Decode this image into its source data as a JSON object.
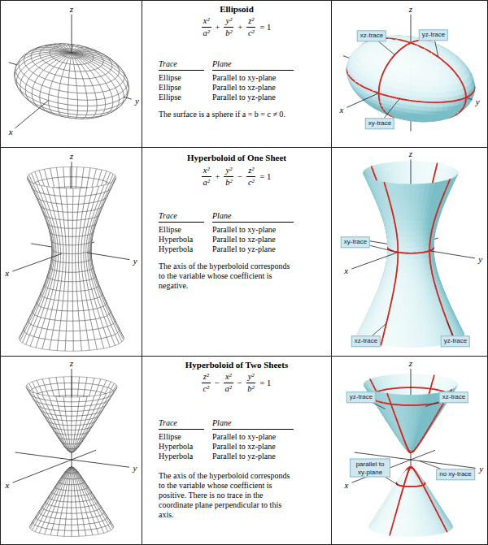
{
  "diagram": {
    "nodes": [
      {
        "text": [
          "Ellipsoid",
          "x²",
          "a²",
          "+",
          "y²",
          "b²",
          "+",
          "z²",
          "c²",
          "= 1",
          "Trace",
          "Plane",
          "Ellipse",
          "Parallel to xy-plane",
          "Ellipse",
          "Parallel to xz-plane",
          "Ellipse",
          "Parallel to yz-plane",
          "The surface is a sphere if a = b = c ≠ 0."
        ]
      },
      {
        "text": [
          "xz-trace"
        ]
      },
      {
        "text": [
          "yz-trace"
        ]
      },
      {
        "text": [
          "xy-trace"
        ]
      },
      {
        "text": [
          "Hyperboloid of One Sheet",
          "x²",
          "a²",
          "+",
          "y²",
          "b²",
          "−",
          "z²",
          "c²",
          "= 1",
          "Trace",
          "Plane",
          "Ellipse",
          "Parallel to xy-plane",
          "Hyperbola",
          "Parallel to xz-plane",
          "Hyperbola",
          "Parallel to yz-plane",
          "The axis of the hyperboloid corresponds to the variable whose coefficient is negative."
        ]
      },
      {
        "text": [
          "xy-trace"
        ]
      },
      {
        "text": [
          "xz-trace"
        ]
      },
      {
        "text": [
          "yz-trace"
        ]
      },
      {
        "text": [
          "Hyperboloid of Two Sheets",
          "z²",
          "c²",
          "−",
          "x²",
          "a²",
          "−",
          "y²",
          "b²",
          "= 1",
          "Trace",
          "Plane",
          "Ellipse",
          "Parallel to xy-plane",
          "Hyperbola",
          "Parallel to xz-plane",
          "Hyperbola",
          "Parallel to yz-plane",
          "The axis of the hyperboloid corresponds to the variable whose coefficient is positive. There is no trace in the coordinate plane perpendicular to this axis."
        ]
      },
      {
        "text": [
          "yz-trace"
        ]
      },
      {
        "text": [
          "xz-trace"
        ]
      },
      {
        "text": [
          "parallel to xy-plane"
        ]
      },
      {
        "text": [
          "no xy-trace"
        ]
      }
    ],
    "labels": [
      "z",
      "x",
      "y",
      "z",
      "x",
      "y",
      "z",
      "x",
      "y",
      "z",
      "x",
      "y",
      "z",
      "x",
      "y",
      "z",
      "x",
      "y"
    ]
  }
}
